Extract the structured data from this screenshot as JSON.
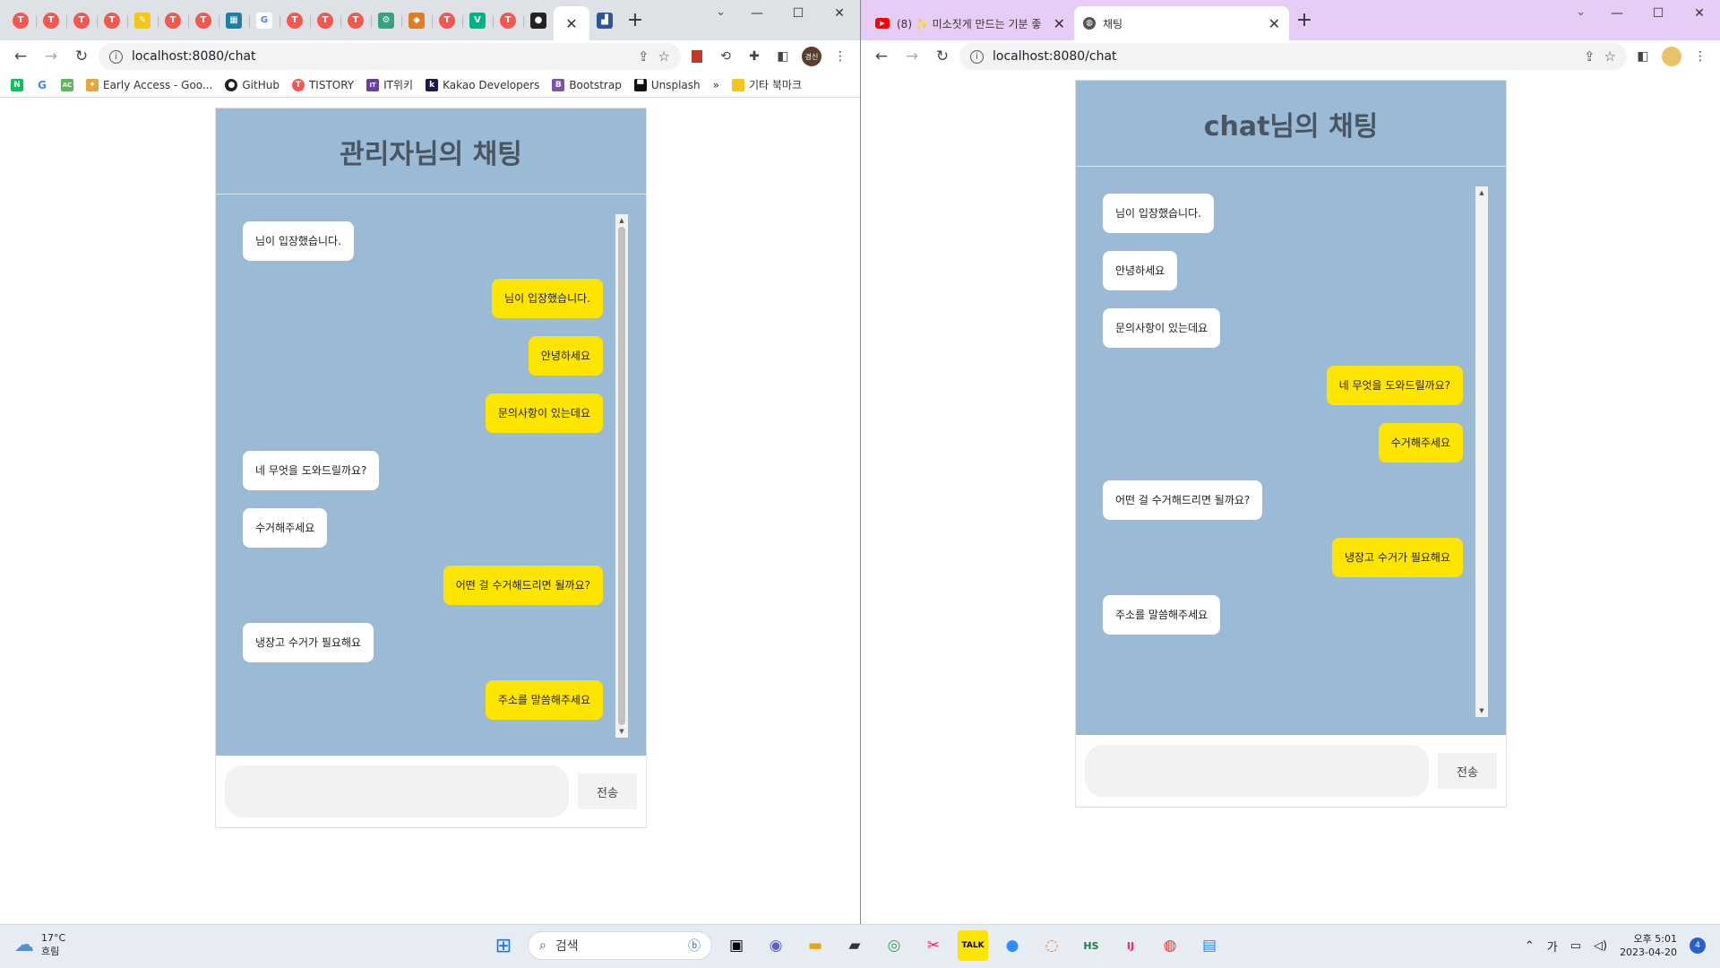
{
  "left_window": {
    "pinned_tab_count": 18,
    "address": "localhost:8080/chat",
    "bookmarks": [
      "Early Access - Goo...",
      "GitHub",
      "TISTORY",
      "IT위키",
      "Kakao Developers",
      "Bootstrap",
      "Unsplash"
    ],
    "bookmarks_more": "»",
    "other_bookmarks": "기타 북마크",
    "profile_initials": "경신",
    "chat": {
      "title": "관리자님의 채팅",
      "messages": [
        {
          "text": "님이 입장했습니다.",
          "side": "other"
        },
        {
          "text": "님이 입장했습니다.",
          "side": "me"
        },
        {
          "text": "안녕하세요",
          "side": "me"
        },
        {
          "text": "문의사항이 있는데요",
          "side": "me"
        },
        {
          "text": "네 무엇을 도와드릴까요?",
          "side": "other"
        },
        {
          "text": "수거해주세요",
          "side": "other"
        },
        {
          "text": "어떤 걸 수거해드리면 될까요?",
          "side": "me"
        },
        {
          "text": "냉장고 수거가 필요해요",
          "side": "other"
        },
        {
          "text": "주소를 말씀해주세요",
          "side": "me"
        }
      ],
      "send_label": "전송",
      "input_value": ""
    }
  },
  "right_window": {
    "tabs": [
      {
        "title": "(8) ✨ 미소짓게 만드는 기분 좋",
        "active": false
      },
      {
        "title": "채팅",
        "active": true
      }
    ],
    "address": "localhost:8080/chat",
    "chat": {
      "title": "chat님의 채팅",
      "messages": [
        {
          "text": "님이 입장했습니다.",
          "side": "other"
        },
        {
          "text": "안녕하세요",
          "side": "other"
        },
        {
          "text": "문의사항이 있는데요",
          "side": "other"
        },
        {
          "text": "네 무엇을 도와드릴까요?",
          "side": "me"
        },
        {
          "text": "수거해주세요",
          "side": "me"
        },
        {
          "text": "어떤 걸 수거해드리면 될까요?",
          "side": "other"
        },
        {
          "text": "냉장고 수거가 필요해요",
          "side": "me"
        },
        {
          "text": "주소를 말씀해주세요",
          "side": "other"
        }
      ],
      "send_label": "전송",
      "input_value": ""
    }
  },
  "taskbar": {
    "weather_temp": "17°C",
    "weather_desc": "흐림",
    "search_placeholder": "검색",
    "ime": "가",
    "time": "오후 5:01",
    "date": "2023-04-20",
    "notification_count": "4"
  },
  "colors": {
    "chat_bg": "#9bbad6",
    "my_bubble": "#fee500",
    "other_bubble": "#ffffff",
    "left_tabstrip": "#dee1e6",
    "right_tabstrip": "#e5cdf5"
  }
}
